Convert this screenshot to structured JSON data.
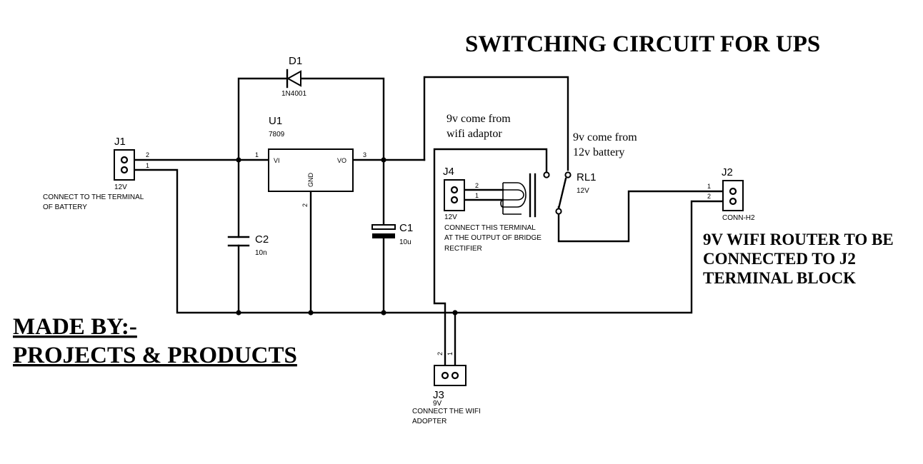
{
  "title": "SWITCHING CIRCUIT FOR UPS",
  "credit": {
    "line1": "MADE BY:-",
    "line2": "PROJECTS & PRODUCTS"
  },
  "router_note": {
    "line1": "9V WIFI ROUTER TO BE",
    "line2": "CONNECTED  TO J2",
    "line3": "TERMINAL BLOCK"
  },
  "comments": {
    "wifi_line1": "9v come from",
    "wifi_line2": "wifi adaptor",
    "battery_line1": "9v come from",
    "battery_line2": "12v battery"
  },
  "components": {
    "d1": {
      "ref": "D1",
      "value": "1N4001"
    },
    "u1": {
      "ref": "U1",
      "value": "7809",
      "pin_in": "VI",
      "pin_out": "VO",
      "pin_gnd": "GND",
      "pin1": "1",
      "pin2": "2",
      "pin3": "3"
    },
    "c2": {
      "ref": "C2",
      "value": "10n"
    },
    "c1": {
      "ref": "C1",
      "value": "10u"
    },
    "j1": {
      "ref": "J1",
      "value": "12V",
      "pin1": "1",
      "pin2": "2",
      "note_line1": "CONNECT TO THE TERMINAL",
      "note_line2": "OF BATTERY"
    },
    "j2": {
      "ref": "J2",
      "value": "CONN-H2",
      "pin1": "1",
      "pin2": "2"
    },
    "j3": {
      "ref": "J3",
      "value": "9V",
      "pin1": "1",
      "pin2": "2",
      "note_line1": "CONNECT THE WIFI",
      "note_line2": "ADOPTER"
    },
    "j4": {
      "ref": "J4",
      "value": "12V",
      "pin1": "1",
      "pin2": "2",
      "note_line1": "CONNECT THIS TERMINAL",
      "note_line2": "AT THE OUTPUT OF BRIDGE",
      "note_line3": "RECTIFIER"
    },
    "rl1": {
      "ref": "RL1",
      "value": "12V"
    }
  }
}
